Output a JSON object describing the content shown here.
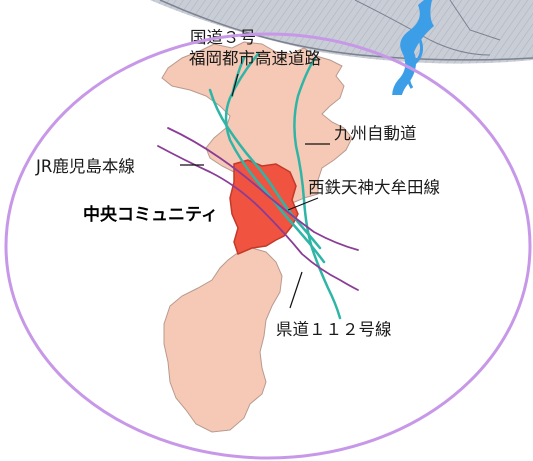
{
  "map": {
    "labels": {
      "route3": "国道３号",
      "fukuoka_expressway": "福岡都市高速道路",
      "kyushu_expressway": "九州自動道",
      "jr_line": "JR鹿児島本線",
      "nishitetsu_line": "西鉄天神大牟田線",
      "community": "中央コミュニティ",
      "prefectural_road": "県道１１２号線"
    },
    "colors": {
      "district_fill": "#f5c9b5",
      "district_stroke": "#b89a8e",
      "community_fill": "#f0533f",
      "community_stroke": "#c23a29",
      "expressway": "#2fb5a6",
      "railway": "#8a3c96",
      "circle_border": "#c898e8",
      "outer_area": "#c9cdd6",
      "river": "#3d9ee8"
    }
  }
}
